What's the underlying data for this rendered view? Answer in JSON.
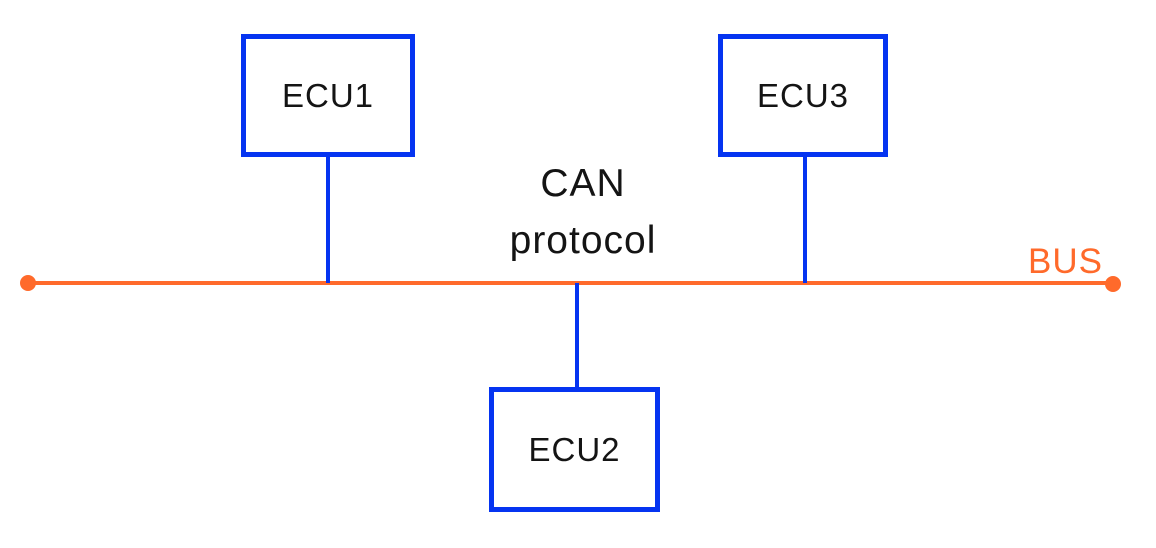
{
  "diagram": {
    "title_line1": "CAN",
    "title_line2": "protocol",
    "bus_label": "BUS",
    "nodes": [
      {
        "id": "ecu1",
        "label": "ECU1"
      },
      {
        "id": "ecu2",
        "label": "ECU2"
      },
      {
        "id": "ecu3",
        "label": "ECU3"
      }
    ],
    "colors": {
      "box_border_blue": "#0534f1",
      "bus_orange": "#ff6a2b",
      "text_black": "#141414"
    }
  }
}
